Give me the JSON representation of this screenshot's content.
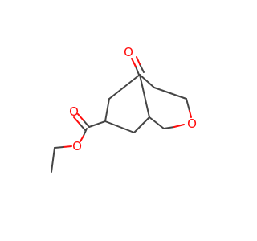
{
  "molecule": {
    "atom_labels": [
      {
        "id": "o-ketone",
        "text": "O",
        "color": "#ff0d0d"
      },
      {
        "id": "o-ring",
        "text": "O",
        "color": "#ff0d0d"
      },
      {
        "id": "o-carbonyl",
        "text": "O",
        "color": "#ff0d0d"
      },
      {
        "id": "o-ester",
        "text": "O",
        "color": "#ff0d0d"
      }
    ],
    "bond_color": "#454545",
    "heteroatom_color": "#ff0d0d"
  }
}
